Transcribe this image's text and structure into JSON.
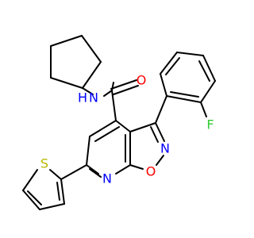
{
  "molecule": {
    "colors": {
      "background": "#ffffff",
      "bond": "#000000",
      "N": "#0000ff",
      "O": "#ff0000",
      "S": "#b8b800",
      "F": "#33cc33"
    },
    "atom_labels": {
      "amide_nh": {
        "text": "N",
        "sub": "H",
        "element": "N"
      },
      "amide_o": {
        "text": "O",
        "element": "O"
      },
      "isoxazole_n": {
        "text": "N",
        "element": "N"
      },
      "isoxazole_o": {
        "text": "O",
        "element": "O"
      },
      "pyridine_n": {
        "text": "N",
        "element": "N"
      },
      "thiophene_s": {
        "text": "S",
        "element": "S"
      },
      "fluoro": {
        "text": "F",
        "element": "F"
      }
    }
  }
}
